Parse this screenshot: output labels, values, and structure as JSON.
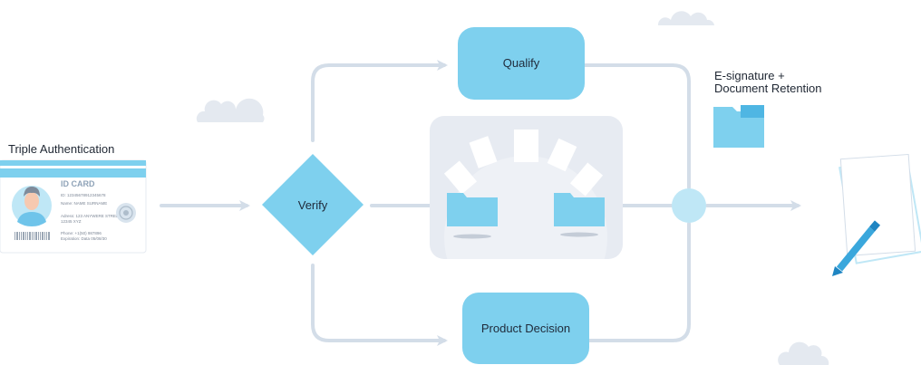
{
  "colors": {
    "accent": "#7ed0ee",
    "accent_dark": "#3aa7dc",
    "flow_line": "#d3dde8",
    "panel": "#e7ebf2",
    "cloud": "#e4e9f0",
    "text": "#1f2733"
  },
  "labels": {
    "triple_auth": "Triple Authentication",
    "esign_line1": "E-signature +",
    "esign_line2": "Document Retention"
  },
  "nodes": {
    "verify": "Verify",
    "qualify": "Qualify",
    "product_decision": "Product Decision"
  },
  "id_card": {
    "title": "ID CARD",
    "id_line": "ID: 12345678912345678",
    "name_line": "Name: NAME SURNAME",
    "address_line1": "Adress: 123 ANYWERE STREET",
    "address_line2": "12345 XYZ",
    "phone_line": "Phone: +1(50) 987896",
    "expiry_line": "Expiration: Data 05/08/30"
  },
  "icons": {
    "card": "id-card-icon",
    "avatar": "user-avatar-icon",
    "barcode": "barcode-icon",
    "seal": "seal-icon",
    "folder": "folder-icon",
    "document": "document-icon",
    "pen": "pen-icon",
    "cloud": "cloud-icon"
  }
}
